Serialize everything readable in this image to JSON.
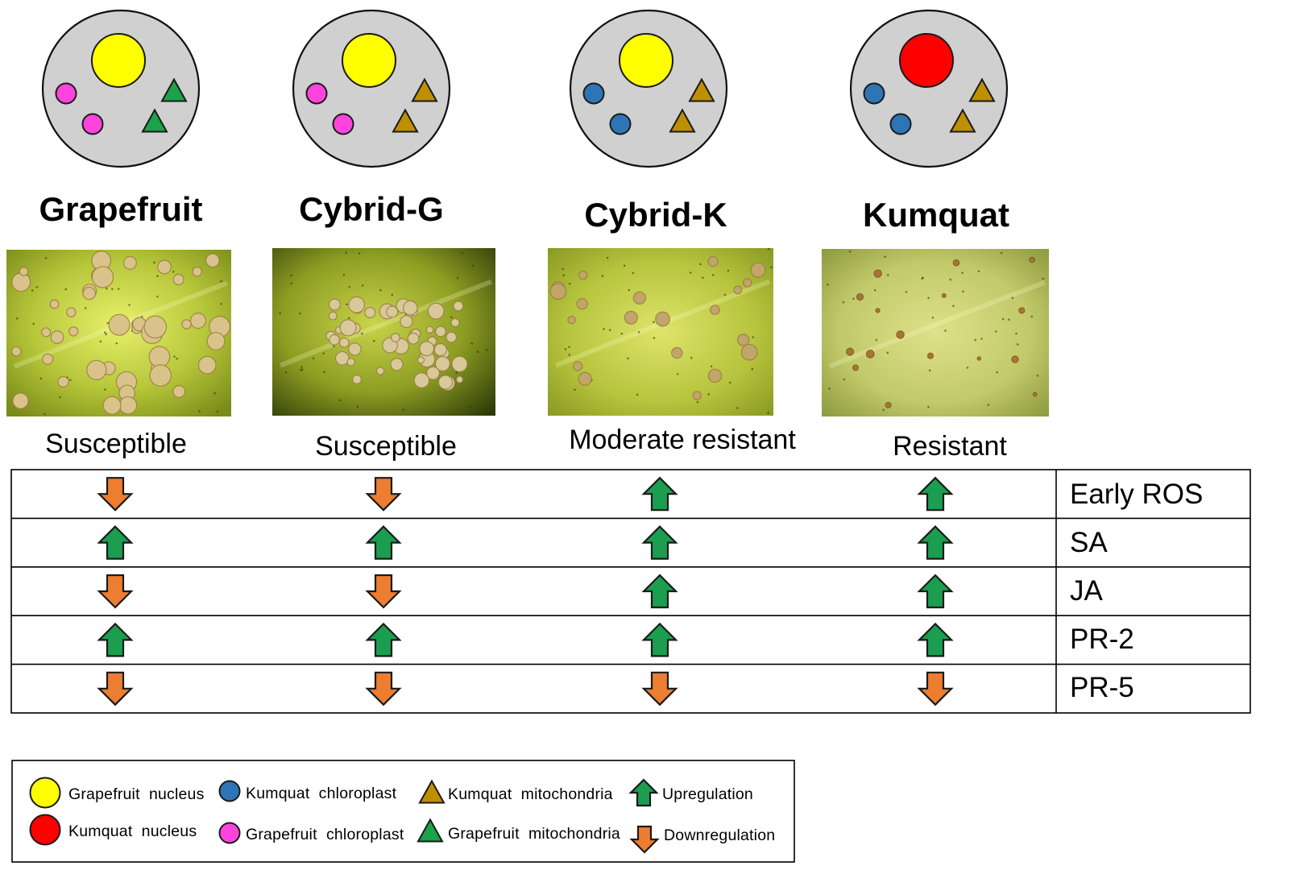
{
  "columns": [
    {
      "title": "Grapefruit",
      "resistance": "Susceptible",
      "nucleus": "grapefruit",
      "chloroplast": "grapefruit",
      "mitochondria": "grapefruit"
    },
    {
      "title": "Cybrid-G",
      "resistance": "Susceptible",
      "nucleus": "grapefruit",
      "chloroplast": "grapefruit",
      "mitochondria": "kumquat"
    },
    {
      "title": "Cybrid-K",
      "resistance": "Moderate resistant",
      "nucleus": "grapefruit",
      "chloroplast": "kumquat",
      "mitochondria": "kumquat"
    },
    {
      "title": "Kumquat",
      "resistance": "Resistant",
      "nucleus": "kumquat",
      "chloroplast": "kumquat",
      "mitochondria": "kumquat"
    }
  ],
  "rows": [
    {
      "label": "Early ROS",
      "values": [
        "down",
        "down",
        "up",
        "up"
      ]
    },
    {
      "label": "SA",
      "values": [
        "up",
        "up",
        "up",
        "up"
      ]
    },
    {
      "label": "JA",
      "values": [
        "down",
        "down",
        "up",
        "up"
      ]
    },
    {
      "label": "PR-2",
      "values": [
        "up",
        "up",
        "up",
        "up"
      ]
    },
    {
      "label": "PR-5",
      "values": [
        "down",
        "down",
        "down",
        "down"
      ]
    }
  ],
  "legend": {
    "grapefruit_nucleus": "Grapefruit  nucleus",
    "kumquat_nucleus": "Kumquat  nucleus",
    "kumquat_chloroplast": "Kumquat  chloroplast",
    "grapefruit_chloroplast": "Grapefruit  chloroplast",
    "kumquat_mitochondria": "Kumquat  mitochondria",
    "grapefruit_mitochondria": "Grapefruit  mitochondria",
    "upregulation": "Upregulation",
    "downregulation": "Downregulation"
  },
  "colors": {
    "grapefruit_nucleus": "#ffff00",
    "kumquat_nucleus": "#ff0000",
    "grapefruit_chloroplast": "#ff44dd",
    "kumquat_chloroplast": "#2e75b6",
    "grapefruit_mitochondria": "#1aa34a",
    "kumquat_mitochondria": "#bf8f00",
    "cell": "#d0d0d0",
    "up_arrow": "#1b9e4f",
    "down_arrow": "#ed7d31"
  }
}
